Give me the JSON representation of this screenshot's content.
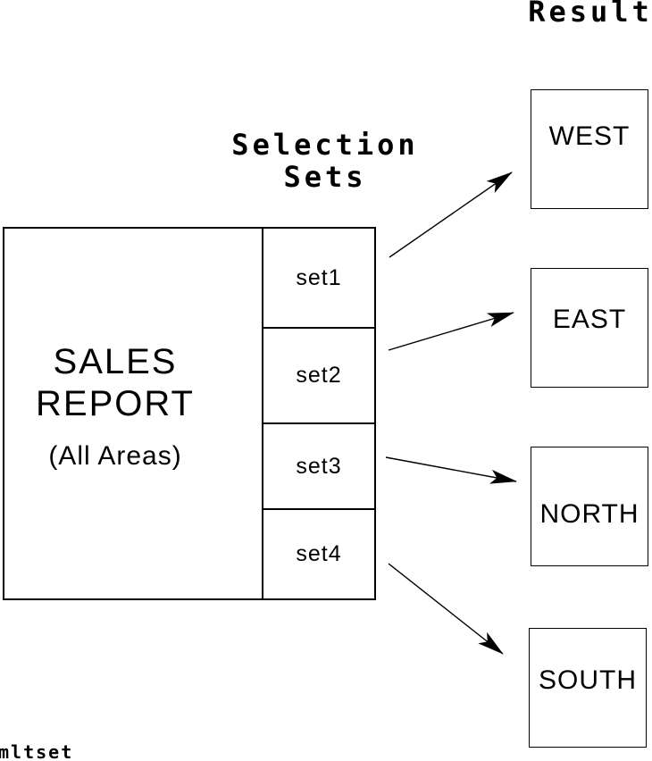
{
  "headings": {
    "result": "Result",
    "selection_line1": "Selection",
    "selection_line2": "Sets"
  },
  "source_box": {
    "title_line1": "SALES",
    "title_line2": "REPORT",
    "subtitle": "(All Areas)",
    "sets": [
      {
        "label": "set1"
      },
      {
        "label": "set2"
      },
      {
        "label": "set3"
      },
      {
        "label": "set4"
      }
    ]
  },
  "results": [
    {
      "label": "WEST"
    },
    {
      "label": "EAST"
    },
    {
      "label": "NORTH"
    },
    {
      "label": "SOUTH"
    }
  ],
  "connections": [
    {
      "from": "set1",
      "to": "WEST"
    },
    {
      "from": "set2",
      "to": "EAST"
    },
    {
      "from": "set3",
      "to": "NORTH"
    },
    {
      "from": "set4",
      "to": "SOUTH"
    }
  ],
  "footer_label": "mltset",
  "colors": {
    "ink": "#000000",
    "background": "#ffffff"
  }
}
